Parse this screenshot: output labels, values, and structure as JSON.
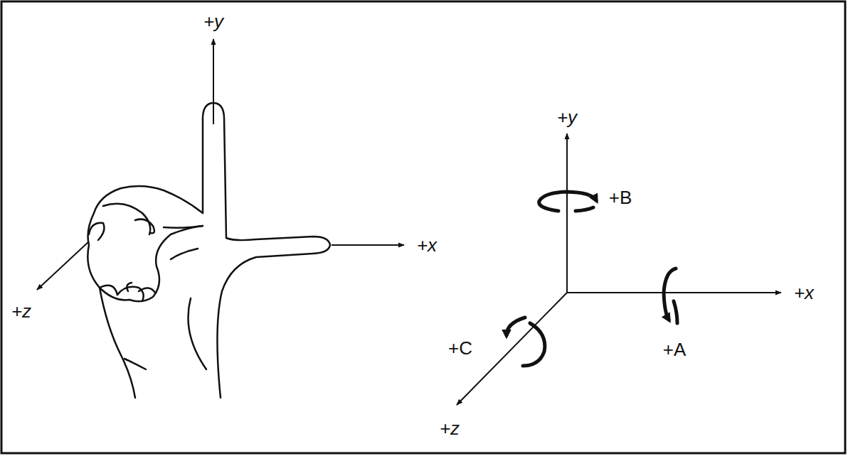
{
  "diagram": {
    "labels": [
      "+y",
      "+x",
      "+z",
      "+y",
      "+B",
      "+x",
      "+A",
      "+C",
      "+z"
    ]
  }
}
